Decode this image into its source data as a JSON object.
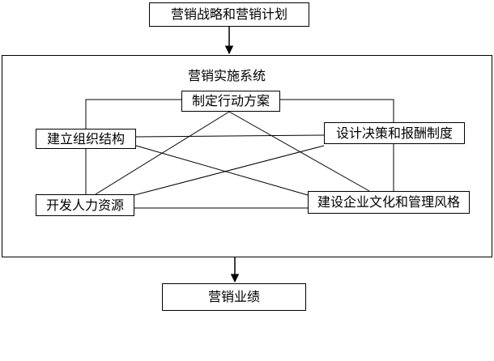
{
  "top": {
    "strategy": "营销战略和营销计划"
  },
  "system": {
    "title": "营销实施系统",
    "nodes": {
      "action_plan": "制定行动方案",
      "organization": "建立组织结构",
      "decision_reward": "设计决策和报酬制度",
      "hr": "开发人力资源",
      "culture": "建设企业文化和管理风格"
    }
  },
  "bottom": {
    "performance": "营销业绩"
  }
}
